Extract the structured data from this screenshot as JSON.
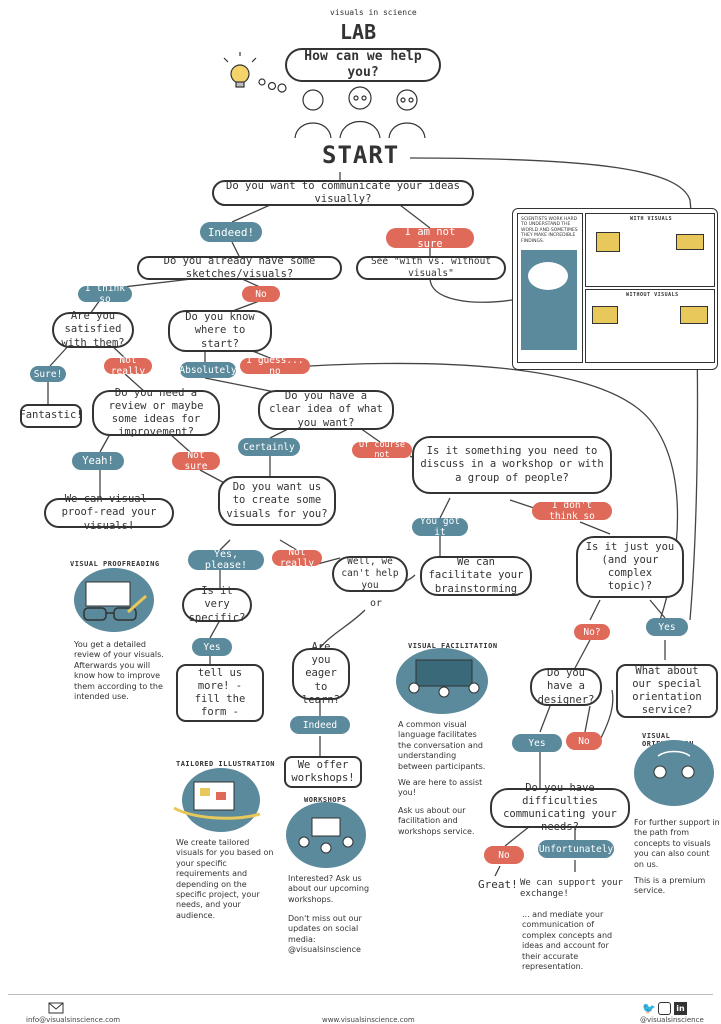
{
  "header": {
    "brand_top": "visuals in science",
    "brand_main": "LAB",
    "question": "How can we help you?",
    "start": "START"
  },
  "nodes": {
    "q1": "Do you want to communicate your ideas visually?",
    "indeed": "Indeed!",
    "not_sure": "I am not sure",
    "q2": "Do you already have some sketches/visuals?",
    "see_with": "See \"with vs. without visuals\"",
    "i_think_so": "I think so",
    "no_a": "No",
    "q_satisfied": "Are you satisfied with them?",
    "q_know": "Do you know where to start?",
    "sure": "Sure!",
    "not_really_a": "Not really",
    "absolutely": "Absolutely",
    "i_guess_no": "I guess... no",
    "fantastic": "Fantastic!",
    "q_review": "Do you need a review or maybe some ideas for improvement?",
    "q_clear": "Do you have a clear idea of what you want?",
    "yeah": "Yeah!",
    "not_sure_b": "Not sure",
    "certainly": "Certainly",
    "of_course_not": "Of course not",
    "q_workshop": "Is it something you need to discuss in a workshop or with a group of people?",
    "proofread": "We can visual-proof-read your visuals!",
    "q_create": "Do you want us to create some visuals for you?",
    "you_got_it": "You got it",
    "dont_think": "I don't think so",
    "yes_please": "Yes, please!",
    "not_really_b": "Not really",
    "cant_help": "Well, we can't help you",
    "or": "or",
    "facilitate": "We can facilitate your brainstorming",
    "q_just_you": "Is it just you (and your complex topic)?",
    "q_specific": "Is it very specific?",
    "yes_a": "Yes",
    "q_eager": "Are you eager to learn?",
    "no_b": "No?",
    "yes_b": "Yes",
    "tell_more": "tell us more! - fill the form -",
    "indeed_b": "Indeed",
    "q_designer": "Do you have a designer?",
    "orientation": "What about our special orientation service?",
    "yes_c": "Yes",
    "no_c": "No",
    "offer_workshops": "We offer workshops!",
    "q_difficulties": "Do you have difficulties communicating your needs?",
    "no_d": "No",
    "unfortunately": "Unfortunately",
    "great": "Great!",
    "support": "We can support your exchange!"
  },
  "services": {
    "proofreading_title": "VISUAL PROOFREADING",
    "proofreading_desc": "You get a detailed review of your visuals. Afterwards you will know how to improve them according to the intended use.",
    "illustration_title": "TAILORED ILLUSTRATION",
    "illustration_desc": "We create tailored visuals for you based on your specific requirements and depending on the specific project, your needs, and your audience.",
    "workshops_title": "WORKSHOPS",
    "workshops_desc1": "Interested? Ask us about our upcoming workshops.",
    "workshops_desc2": "Don't miss out our updates on social media: @visualsinscience",
    "facilitation_title": "VISUAL FACILITATION",
    "facilitation_desc1": "A common visual language facilitates the conversation and understanding between participants.",
    "facilitation_desc2": "We are here to assist you!",
    "facilitation_desc3": "Ask us about our facilitation and workshops service.",
    "mediate_desc": "... and mediate your communication of complex concepts and ideas and account for their accurate representation.",
    "orientation_title": "VISUAL ORIENTATION",
    "orientation_desc1": "For further support in the path from concepts to visuals you can also count on us.",
    "orientation_desc2": "This is a premium service."
  },
  "comic": {
    "intro": "SCIENTISTS WORK HARD TO UNDERSTAND THE WORLD AND SOMETIMES THEY MAKE INCREDIBLE FINDINGS.",
    "with": "WITH VISUALS",
    "without": "WITHOUT VISUALS"
  },
  "footer": {
    "email": "info@visualsinscience.com",
    "website": "www.visualsinscience.com",
    "handle": "@visualsinscience"
  },
  "colors": {
    "teal": "#5a8a9c",
    "red": "#e06a5a",
    "ink": "#333333"
  }
}
